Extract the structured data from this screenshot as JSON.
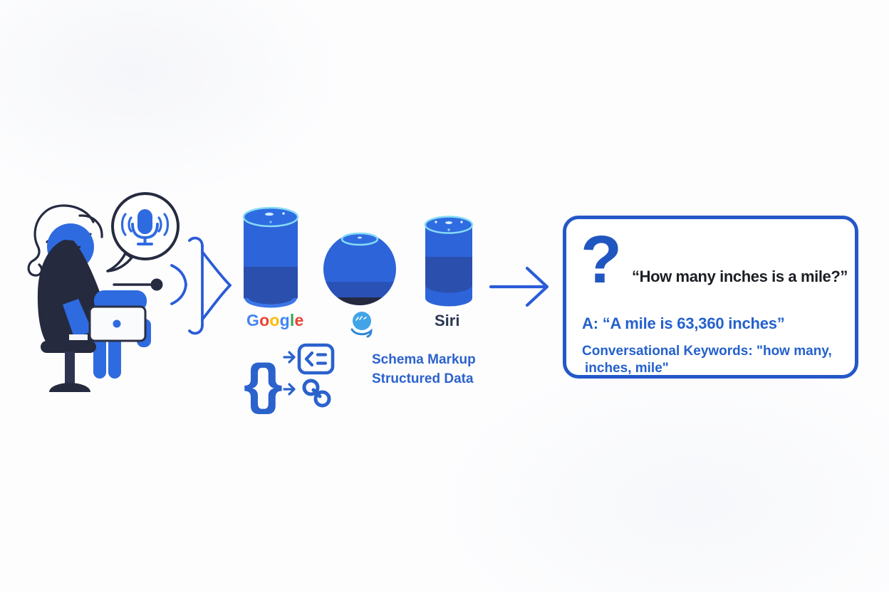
{
  "colors": {
    "primary_blue": "#2f6be0",
    "speaker_blue": "#2e64d9",
    "speaker_dark_band_blue": "#2a4fad",
    "dark_navy": "#252a3f",
    "cyan_ring": "#86dcf6",
    "flow_arrow_blue": "#2a5cd8",
    "schema_icon_blue": "#2b62cc",
    "box_border_blue": "#2457c8",
    "question_mark_blue": "#2056c0",
    "answer_text_blue": "#2461cc",
    "question_text_dark": "#1b1e24",
    "alexa_circle_blue": "#42a4e6",
    "google_blue": "#4285F4",
    "google_red": "#EA4335",
    "google_yellow": "#FBBC05",
    "google_green": "#34A853"
  },
  "icons": {
    "braces": "{}",
    "list": [
      "person-at-laptop-illustration",
      "speech-bubble",
      "microphone-icon",
      "sound-waves-icon",
      "voice-flow-arrow-icon",
      "echo-cylinder-speaker",
      "sphere-speaker",
      "siri-cylinder-speaker",
      "alexa-smile-icon",
      "right-arrow-icon",
      "curly-braces-icon",
      "code-markup-icon",
      "link-icon",
      "question-mark"
    ]
  },
  "speakers": {
    "google_label_letters": [
      {
        "char": "G",
        "color": "#4285F4"
      },
      {
        "char": "o",
        "color": "#EA4335"
      },
      {
        "char": "o",
        "color": "#FBBC05"
      },
      {
        "char": "g",
        "color": "#4285F4"
      },
      {
        "char": "l",
        "color": "#34A853"
      },
      {
        "char": "e",
        "color": "#EA4335"
      }
    ],
    "siri_label": "Siri"
  },
  "schema_caption": {
    "line1": "Schema Markup",
    "line2": "Structured Data"
  },
  "answer_box": {
    "question_mark": "?",
    "question": "“How many inches is a mile?”",
    "answer": "A: “A mile is 63,360 inches”",
    "keywords_line1": "Conversational Keywords: \"how many,",
    "keywords_line2": "inches, mile\""
  }
}
